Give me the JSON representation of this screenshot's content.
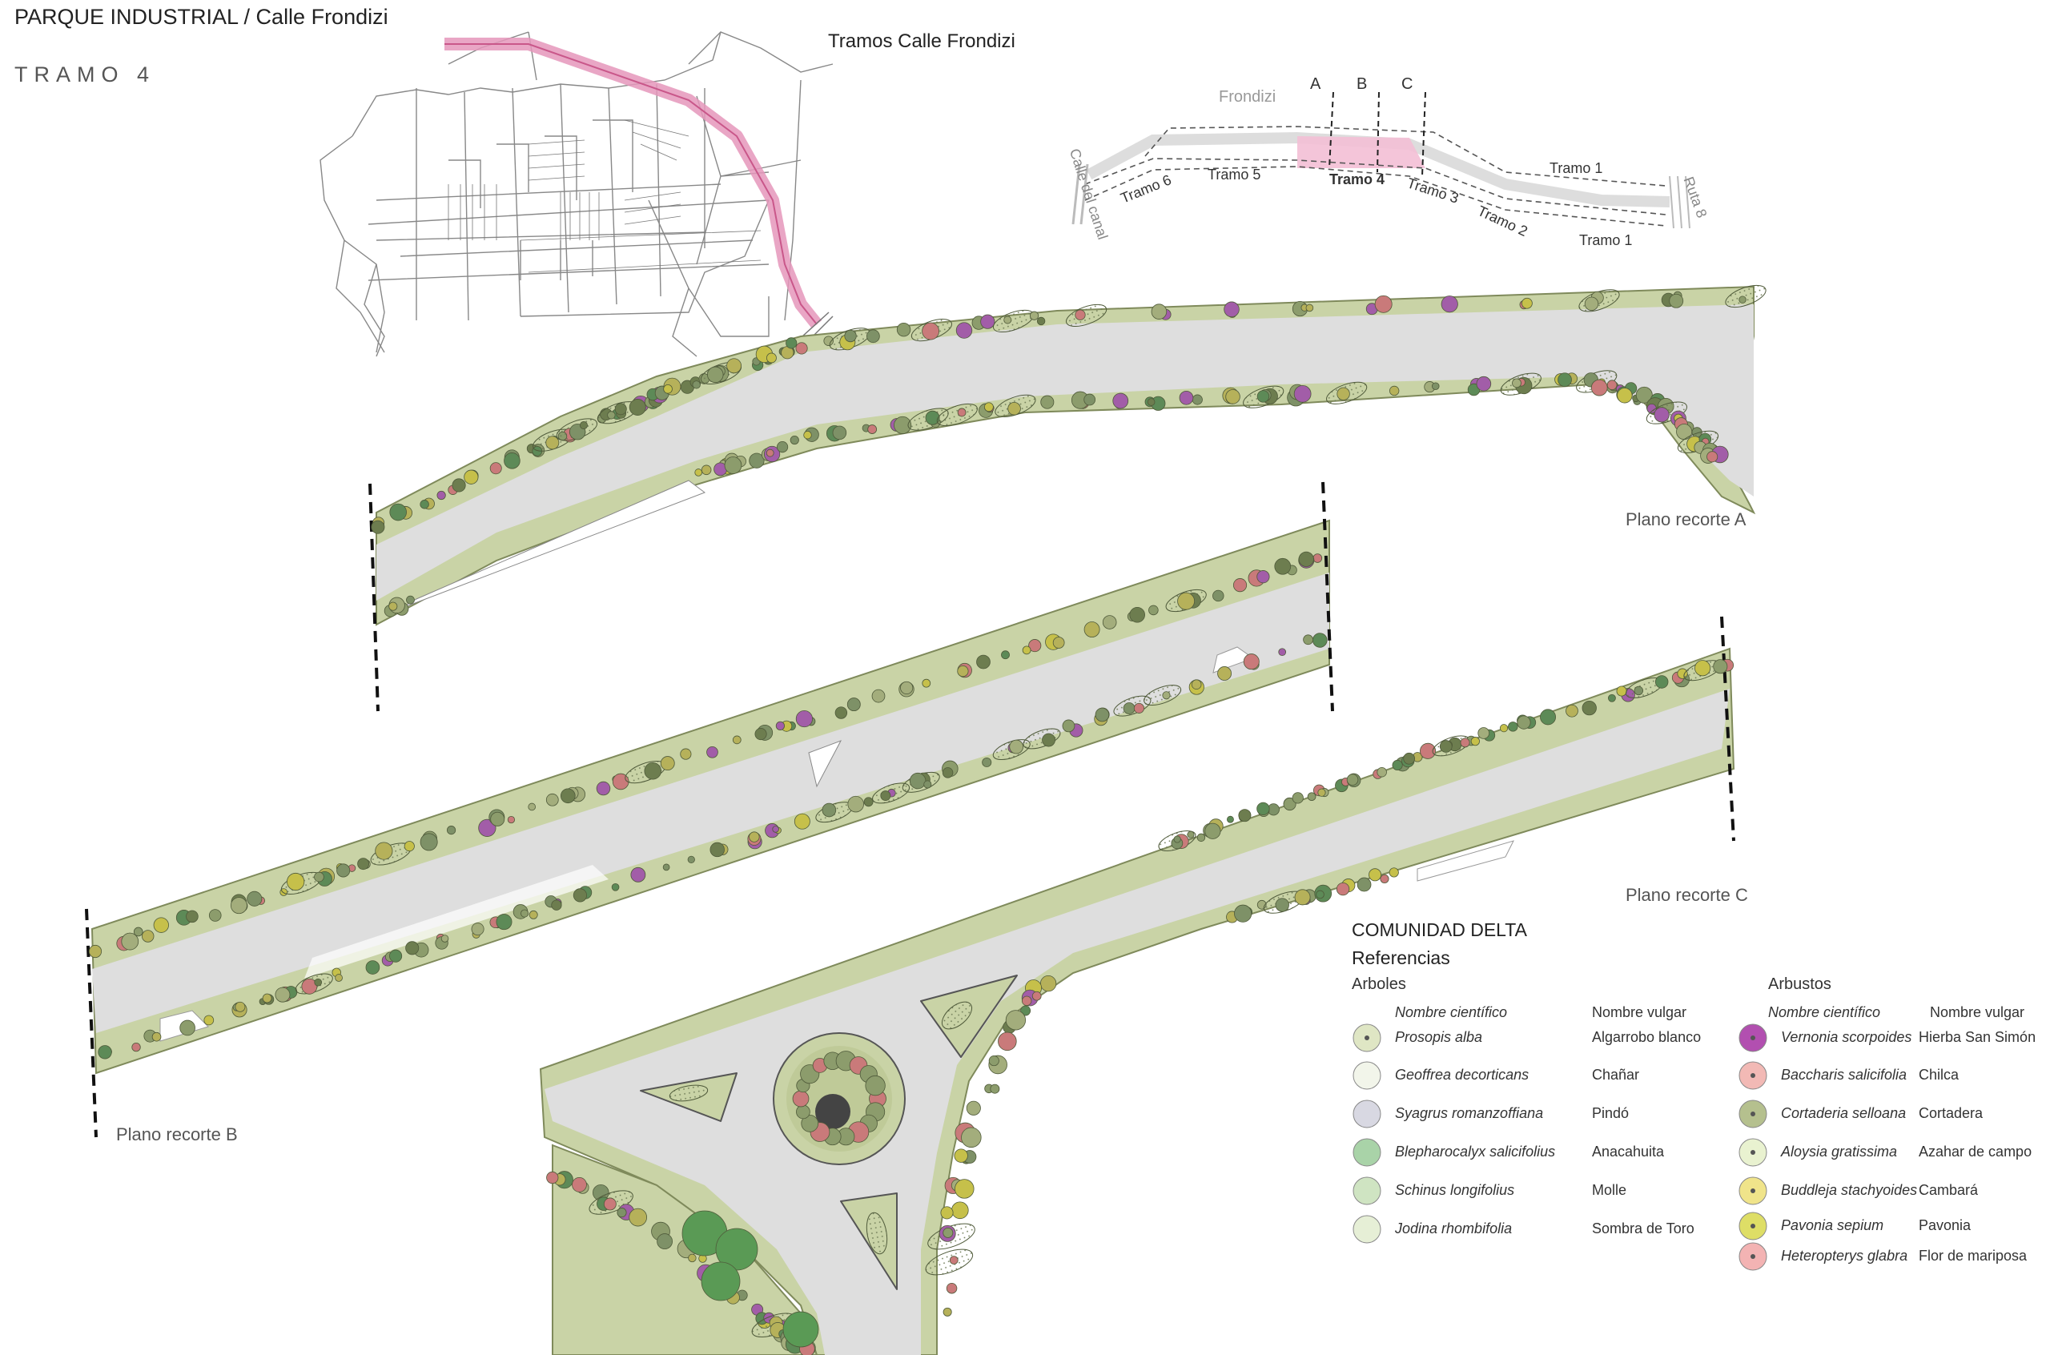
{
  "header": {
    "title": "PARQUE INDUSTRIAL / Calle Frondizi",
    "subtitle": "TRAMO 4"
  },
  "location_map": {
    "title": "Tramos Calle Frondizi"
  },
  "key_map": {
    "street_label": "Frondizi",
    "cut_labels": [
      "A",
      "B",
      "C"
    ],
    "tramos": [
      "Tramo 1",
      "Tramo 5",
      "Tramo 6",
      "Tramo 4",
      "Tramo 3",
      "Tramo 2",
      "Tramo 1"
    ],
    "calle_canal": "Calle del canal",
    "ruta": "Ruta 8",
    "highlight_color": "#e8a4c0"
  },
  "plans": {
    "a_label": "Plano recorte A",
    "b_label": "Plano recorte B",
    "c_label": "Plano recorte C"
  },
  "colors": {
    "verge": "#c9d3a6",
    "road": "#dedede",
    "tree": "#8c9c6c",
    "accent_pink": "#e596bb"
  },
  "legend": {
    "title": "COMUNIDAD DELTA",
    "subtitle": "Referencias",
    "arboles": {
      "heading": "Arboles",
      "col_sci": "Nombre científico",
      "col_common": "Nombre vulgar",
      "items": [
        {
          "sci": "Prosopis alba",
          "common": "Algarrobo blanco",
          "icon": "prosopis-icon"
        },
        {
          "sci": "Geoffrea decorticans",
          "common": "Chañar",
          "icon": "geoffrea-icon"
        },
        {
          "sci": "Syagrus romanzoffiana",
          "common": "Pindó",
          "icon": "syagrus-icon"
        },
        {
          "sci": "Blepharocalyx salicifolius",
          "common": "Anacahuita",
          "icon": "blepharocalyx-icon"
        },
        {
          "sci": "Schinus longifolius",
          "common": "Molle",
          "icon": "schinus-icon"
        },
        {
          "sci": "Jodina rhombifolia",
          "common": "Sombra de Toro",
          "icon": "jodina-icon"
        }
      ]
    },
    "arbustos": {
      "heading": "Arbustos",
      "col_sci": "Nombre científico",
      "col_common": "Nombre vulgar",
      "items": [
        {
          "sci": "Vernonia scorpoides",
          "common": "Hierba San Simón",
          "icon": "vernonia-icon"
        },
        {
          "sci": "Baccharis salicifolia",
          "common": "Chilca",
          "icon": "baccharis-icon"
        },
        {
          "sci": "Cortaderia selloana",
          "common": "Cortadera",
          "icon": "cortaderia-icon"
        },
        {
          "sci": "Aloysia gratissima",
          "common": "Azahar de campo",
          "icon": "aloysia-icon"
        },
        {
          "sci": "Buddleja stachyoides",
          "common": "Cambará",
          "icon": "buddleja-icon"
        },
        {
          "sci": "Pavonia sepium",
          "common": "Pavonia",
          "icon": "pavonia-icon"
        },
        {
          "sci": "Heteropterys glabra",
          "common": "Flor de mariposa",
          "icon": "heteropterys-icon"
        }
      ]
    }
  }
}
